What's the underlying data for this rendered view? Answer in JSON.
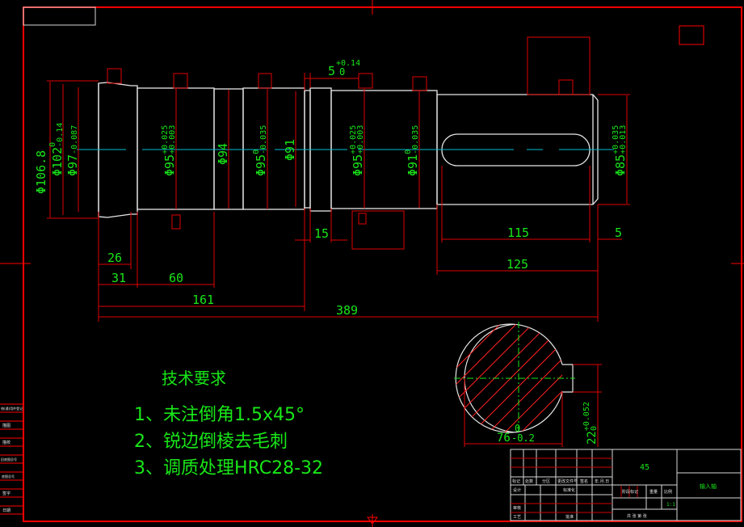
{
  "drawing": {
    "part_name": "输入轴",
    "material": "45",
    "scale": "1:1",
    "colors": {
      "background": "#000000",
      "frame": "#ff0000",
      "outline": "#e6e6e6",
      "centerline": "#00c0d0",
      "dimension_text": "#19e619",
      "dimension_line": "#e00000"
    }
  },
  "diameters": {
    "d1": {
      "main": "Φ106.8",
      "upper": "",
      "lower": ""
    },
    "d2": {
      "main": "Φ102",
      "upper": "0",
      "lower": "-0.14"
    },
    "d3": {
      "main": "Φ97",
      "upper": "",
      "lower": "-0.087"
    },
    "d4": {
      "main": "Φ95",
      "upper": "+0.025",
      "lower": "+0.003"
    },
    "d5": {
      "main": "Φ94",
      "upper": "",
      "lower": ""
    },
    "d6": {
      "main": "Φ95",
      "upper": "0",
      "lower": "-0.035"
    },
    "d7": {
      "main": "Φ91",
      "upper": "",
      "lower": ""
    },
    "d8": {
      "main": "Φ95",
      "upper": "+0.025",
      "lower": "+0.003"
    },
    "d9": {
      "main": "Φ91",
      "upper": "0",
      "lower": "-0.035"
    },
    "d10": {
      "main": "Φ85",
      "upper": "+0.035",
      "lower": "+0.013"
    }
  },
  "lengths": {
    "groove": {
      "main": "5",
      "upper": "+0.14",
      "lower": "0"
    },
    "l15": "15",
    "l26": "26",
    "l31": "31",
    "l60": "60",
    "l161": "161",
    "l389": "389",
    "l115": "115",
    "l125": "125",
    "l5": "5"
  },
  "section": {
    "width": {
      "main": "76",
      "upper": "0",
      "lower": "-0.2"
    },
    "key": {
      "main": "22",
      "upper": "+0.052",
      "lower": "0"
    }
  },
  "requirements": {
    "title": "技术要求",
    "items": [
      "1、未注倒角1.5x45°",
      "2、锐边倒棱去毛刺",
      "3、调质处理HRC28-32"
    ]
  },
  "title_block": {
    "headers": [
      "标记",
      "处数",
      "分区",
      "更改文件号",
      "签名",
      "年.月.日"
    ],
    "design": "设计",
    "standard": "标准化",
    "review": "审核",
    "process": "工艺",
    "approve": "批准",
    "stage": "阶段标记",
    "weight": "重量",
    "scale_label": "比例",
    "sheets": "共 张 第 张"
  },
  "side_block": [
    "借(通)用件登记",
    "描图",
    "描校",
    "旧底图总号",
    "底图总号",
    "签字",
    "日期"
  ]
}
